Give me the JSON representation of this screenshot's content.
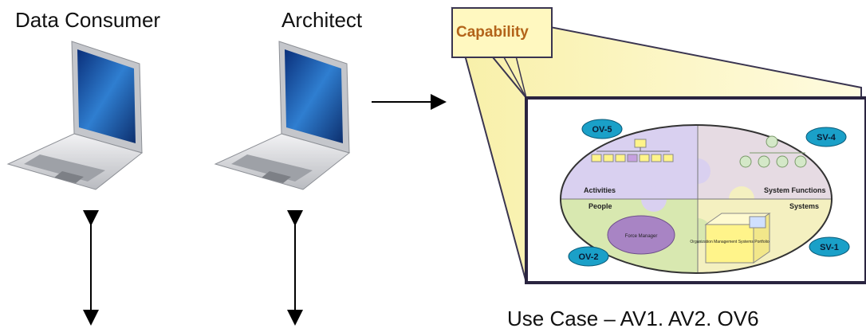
{
  "actors": [
    {
      "label": "Data Consumer",
      "icon": "laptop-icon"
    },
    {
      "label": "Architect",
      "icon": "laptop-icon"
    }
  ],
  "capability": {
    "title": "Capability",
    "puzzle": {
      "pieces": [
        {
          "label": "Activities",
          "badge": "OV-5",
          "color": "#d9d0f0"
        },
        {
          "label": "System Functions",
          "badge": "SV-4",
          "color": "#e6dbe3"
        },
        {
          "label": "People",
          "badge": "OV-2",
          "color": "#d8e8b0"
        },
        {
          "label": "Systems",
          "badge": "SV-1",
          "color": "#f4f0c0"
        }
      ],
      "force_manager": "Force Manager",
      "portfolio": "Organization Management Systems Portfolio"
    }
  },
  "use_case": "Use Case – AV1. AV2. OV6",
  "colors": {
    "badge": "#1aa0c8",
    "frame_border": "#2a2440",
    "capability_text": "#b3641a",
    "projection": "#f6ec9a"
  }
}
